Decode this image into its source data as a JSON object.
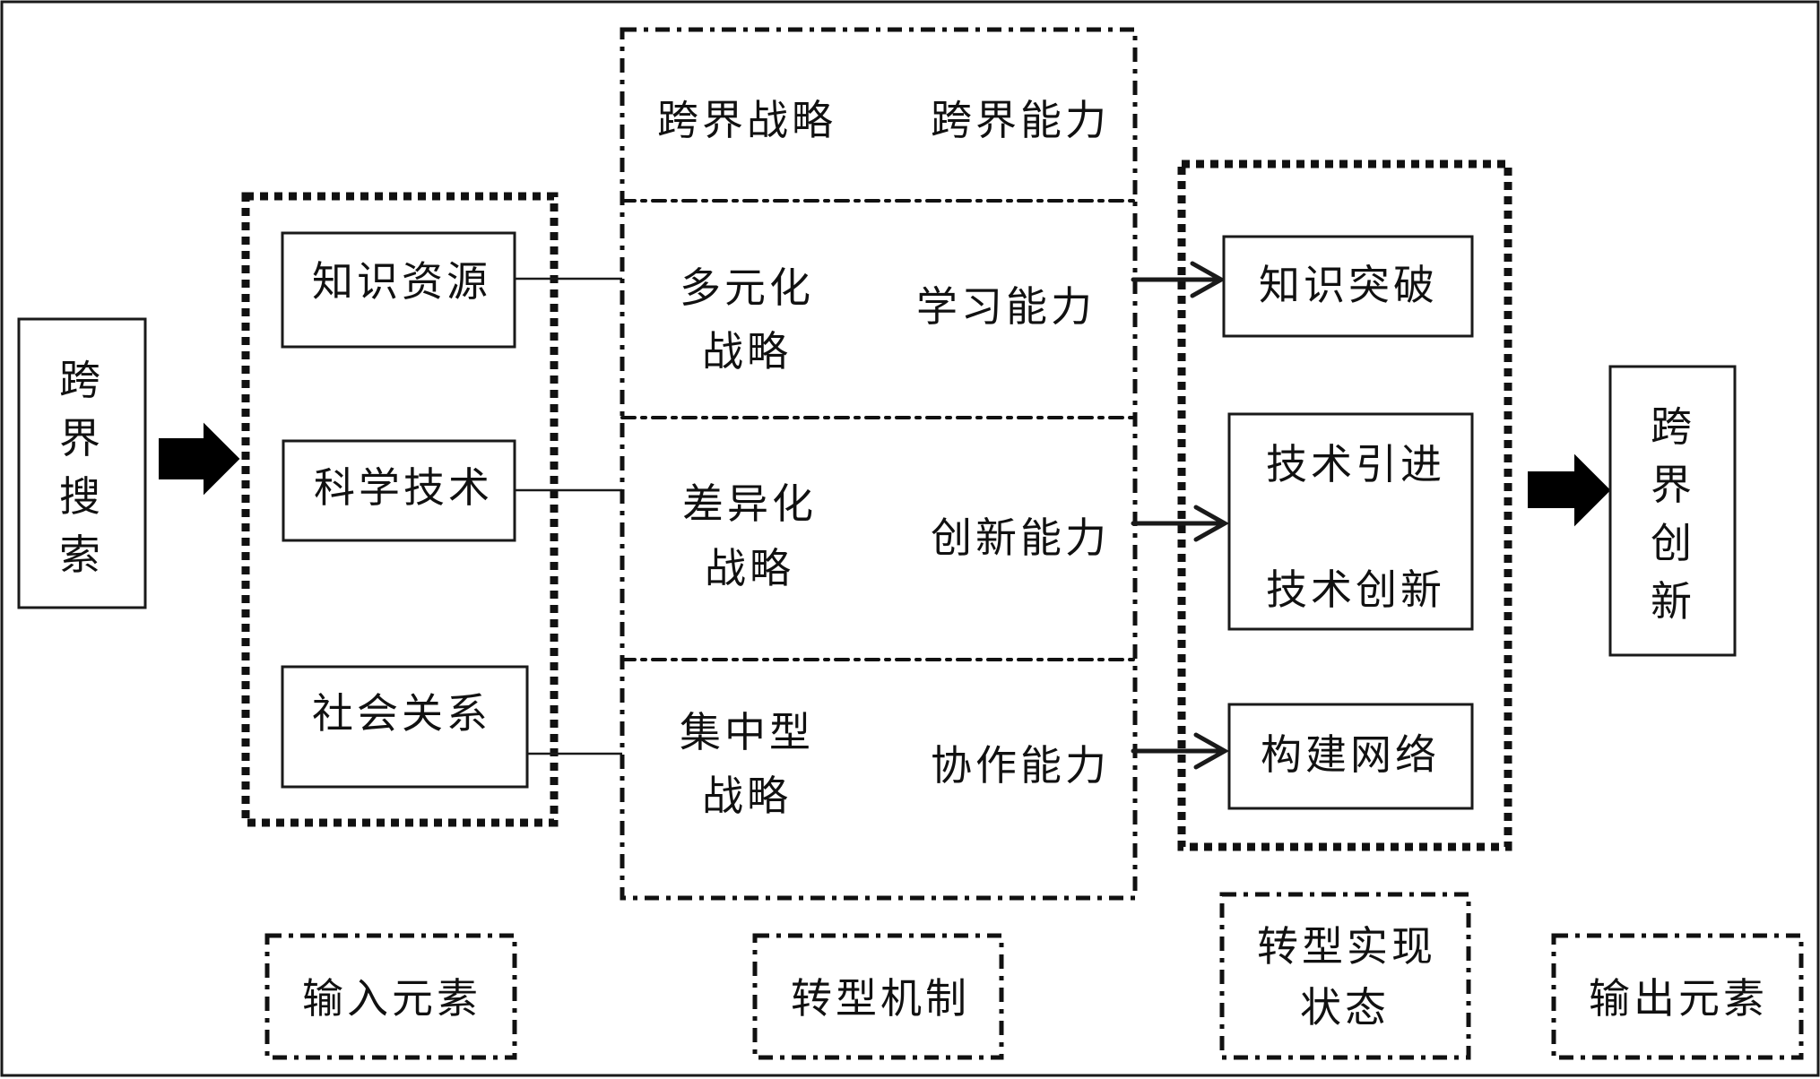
{
  "diagram": {
    "source": {
      "label_chars": [
        "跨",
        "界",
        "搜",
        "索"
      ],
      "label": "跨界搜索"
    },
    "inputs": {
      "items": [
        "知识资源",
        "科学技术",
        "社会关系"
      ]
    },
    "mechanism": {
      "header": {
        "strategy": "跨界战略",
        "capability": "跨界能力"
      },
      "rows": [
        {
          "strategy_line1": "多元化",
          "strategy_line2": "战略",
          "capability": "学习能力"
        },
        {
          "strategy_line1": "差异化",
          "strategy_line2": "战略",
          "capability": "创新能力"
        },
        {
          "strategy_line1": "集中型",
          "strategy_line2": "战略",
          "capability": "协作能力"
        }
      ]
    },
    "states": {
      "items": [
        {
          "lines": [
            "知识突破"
          ]
        },
        {
          "lines": [
            "技术引进",
            "技术创新"
          ]
        },
        {
          "lines": [
            "构建网络"
          ]
        }
      ]
    },
    "output": {
      "label_chars": [
        "跨",
        "界",
        "创",
        "新"
      ],
      "label": "跨界创新"
    },
    "legend": {
      "input": "输入元素",
      "mechanism": "转型机制",
      "state_line1": "转型实现",
      "state_line2": "状态",
      "output": "输出元素"
    },
    "colors": {
      "stroke": "#1a1a1a",
      "background": "#ffffff"
    }
  }
}
